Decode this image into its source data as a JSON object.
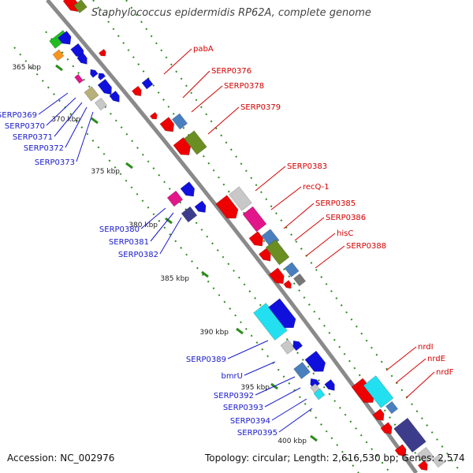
{
  "title": "Staphylococcus epidermidis RP62A, complete genome",
  "accession": "Accession: NC_002976",
  "topology": "Topology: circular; Length: 2,616,530 bp; Genes: 2,574",
  "colors": {
    "backbone": "#8a8a8a",
    "forward_label": "#d40000",
    "reverse_label": "#1a1acc",
    "tick_major": "#2e8b1e",
    "tick_minor": "#3aa82a"
  },
  "kbp_labels": [
    "365 kbp",
    "370 kbp",
    "375 kbp",
    "380 kbp",
    "385 kbp",
    "390 kbp",
    "395 kbp",
    "400 kbp"
  ],
  "forward_genes": [
    "pabA",
    "SERP0376",
    "SERP0378",
    "SERP0379",
    "SERP0383",
    "recQ-1",
    "SERP0385",
    "SERP0386",
    "hisC",
    "SERP0388",
    "nrdI",
    "nrdE",
    "nrdF"
  ],
  "reverse_genes": [
    "SERP0369",
    "SERP0370",
    "SERP0371",
    "SERP0372",
    "SERP0373",
    "SERP0380",
    "SERP0381",
    "SERP0382",
    "SERP0389",
    "bmrU",
    "SERP0392",
    "SERP0393",
    "SERP0394",
    "SERP0395"
  ]
}
